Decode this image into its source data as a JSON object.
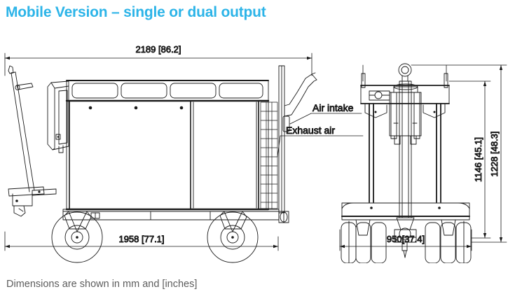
{
  "title": "Mobile Version – single or dual output",
  "footnote": "Dimensions are shown in mm and [inches]",
  "colors": {
    "title_blue": "#2cb4e8",
    "line_black": "#1a1a1a",
    "text_gray": "#5c5c5c"
  },
  "views": {
    "side": {
      "name": "side-elevation-view",
      "dimensions": {
        "overall_length_top": "2189 [86.2]",
        "wheelbase_bottom": "1958 [77.1]"
      },
      "callouts": [
        {
          "id": "air-intake",
          "label": "Air intake"
        },
        {
          "id": "exhaust-air",
          "label": "Exhaust air"
        }
      ]
    },
    "front": {
      "name": "front-elevation-view",
      "dimensions": {
        "width_bottom": "950[37.4]",
        "height_inner": "1146 [45.1]",
        "height_outer": "1228 [48.3]"
      }
    }
  }
}
